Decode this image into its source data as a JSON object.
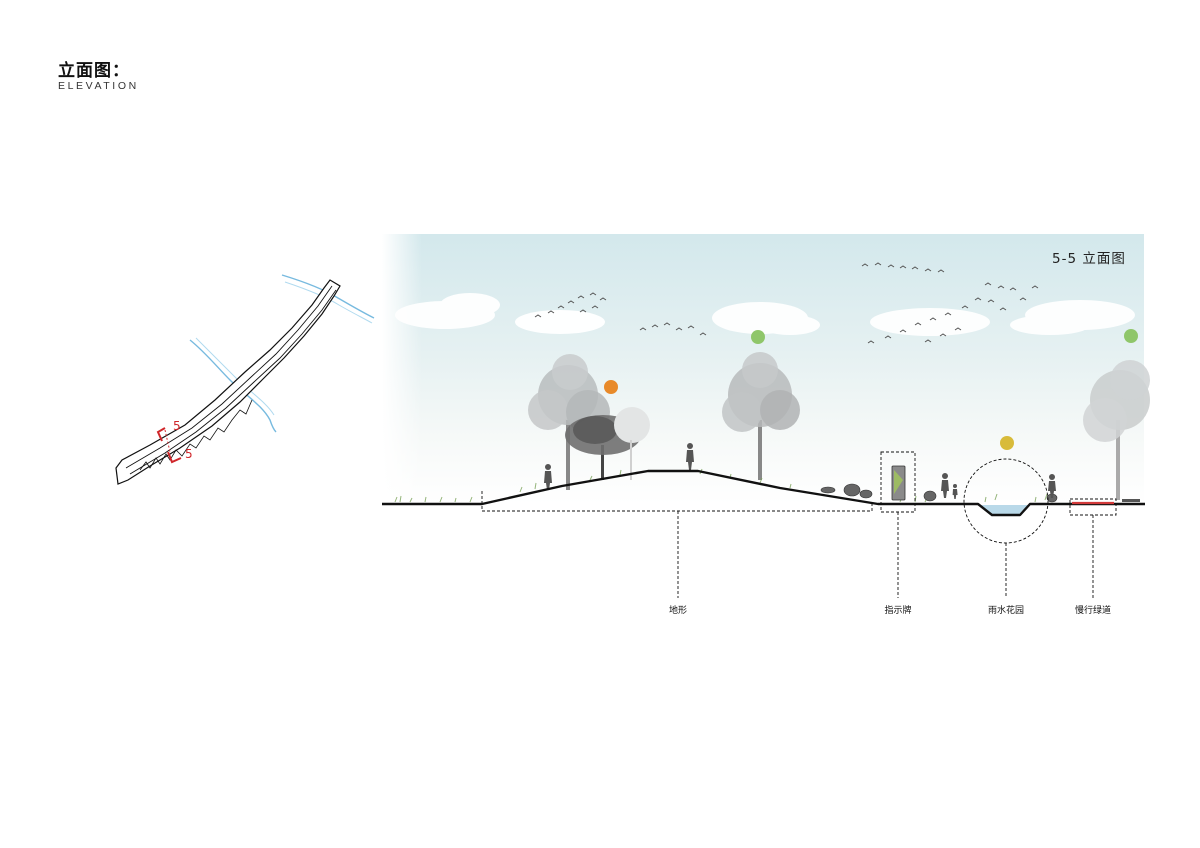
{
  "header": {
    "title": "立面图：",
    "subtitle": "ELEVATION"
  },
  "key_plan": {
    "section_marker_a": "5",
    "section_marker_b": "5"
  },
  "elevation": {
    "section_title": "5-5 立面图",
    "callouts": [
      {
        "label": "地形"
      },
      {
        "label": "指示牌"
      },
      {
        "label": "雨水花园"
      },
      {
        "label": "慢行绿道"
      }
    ]
  },
  "colors": {
    "sky_top": "#cfe6ea",
    "river": "#4aa3d4",
    "section_marker": "#d0262a",
    "dot_orange": "#e88a2a",
    "dot_green": "#8fc66a",
    "dot_yellow": "#d8bb3a",
    "path_red": "#d23a3a"
  }
}
